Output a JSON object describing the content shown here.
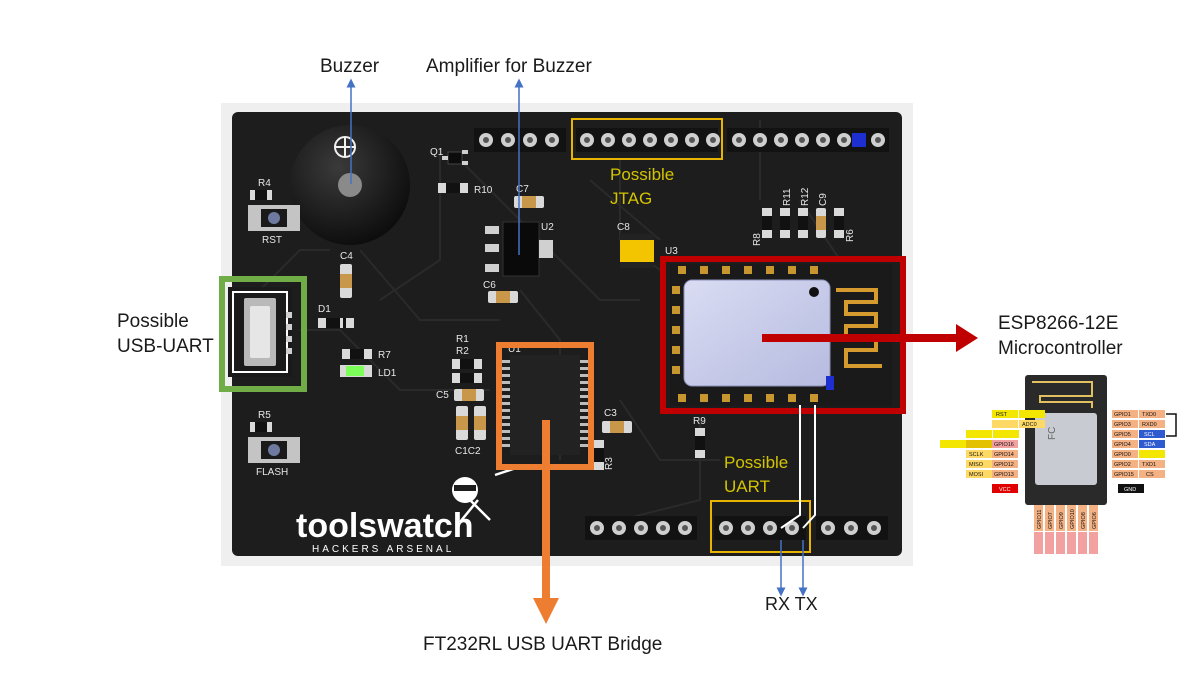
{
  "labels": {
    "buzzer": "Buzzer",
    "amplifier": "Amplifier for Buzzer",
    "jtag_line1": "Possible",
    "jtag_line2": "JTAG",
    "usb_line1": "Possible",
    "usb_line2": "USB-UART",
    "esp_line1": "ESP8266-12E",
    "esp_line2": "Microcontroller",
    "uart_line1": "Possible",
    "uart_line2": "UART",
    "rxtx": "RX TX",
    "ft232": "FT232RL USB UART Bridge"
  },
  "silkscreen": {
    "q1": "Q1",
    "r10": "R10",
    "c7": "C7",
    "u2": "U2",
    "r4": "R4",
    "rst": "RST",
    "c4": "C4",
    "d1": "D1",
    "r7": "R7",
    "ld1": "LD1",
    "c6": "C6",
    "c8": "C8",
    "u3": "U3",
    "r1": "R1",
    "r2": "R2",
    "c5": "C5",
    "u1": "U1",
    "c3": "C3",
    "c1c2": "C1C2",
    "r3": "R3",
    "r5": "R5",
    "flash": "FLASH",
    "r9": "R9",
    "r8": "R8",
    "r11": "R11",
    "r12": "R12",
    "c9": "C9",
    "r6": "R6",
    "brand_main": "toolswatch",
    "brand_sub": "HACKERS ARSENAL"
  },
  "pinout": {
    "left": [
      "RST",
      "ADC0",
      "",
      "",
      "SCLK",
      "MISO",
      "MOSI"
    ],
    "left_gpio": [
      "",
      "",
      "",
      "GPIO16",
      "GPIO14",
      "GPIO12",
      "GPIO13"
    ],
    "right_gpio": [
      "GPIO1",
      "GPIO3",
      "GPIO5",
      "GPIO4",
      "GPIO0",
      "GPIO2",
      "GPIO15"
    ],
    "right": [
      "TXD0",
      "RXD0",
      "SCL",
      "SDA",
      "",
      "TXD1",
      "CS"
    ],
    "vcc": "VCC",
    "gnd": "GND",
    "bottom": [
      "GPIO11",
      "GPIO7",
      "GPIO9",
      "GPIO10",
      "GPIO8",
      "GPIO6"
    ]
  },
  "colors": {
    "pcb": "#1d1d1d",
    "board_bg": "#f0f0f0",
    "usb_box": "#70ad47",
    "ft232_box": "#ed7d31",
    "esp_box": "#c00000",
    "jtag_box": "#e8b400",
    "uart_box": "#e8b400",
    "leader_blue": "#4472c4",
    "annotation_yellow": "#d4c400"
  }
}
